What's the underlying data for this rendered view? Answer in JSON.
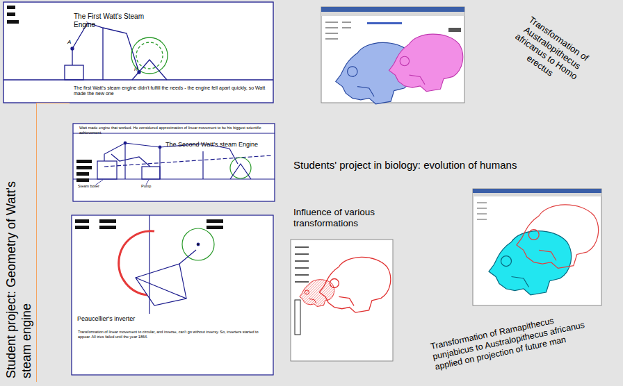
{
  "diagram": {
    "nodes": [
      {
        "text": [
          "The First Watt's Steam Engine",
          "The first Watt's steam engine didn't fulfill the needs - the engine fell apart quickly, so Watt made the new one"
        ]
      },
      {
        "text": [
          "Student project: Geometry of Watt's steam engine"
        ]
      },
      {
        "text": [
          "Watt made engine that worked. He considered approximation of linear movement to be his biggest scientific achievement.",
          "The Second Watt's steam Engine"
        ]
      },
      {
        "text": [
          "Peaucellier's inverter",
          "Transformation of linear movement to circular, and inverse, can't go without inversy. So, inverters started to appear. All tries failed until the year 1864."
        ]
      }
    ],
    "labels": [
      "A",
      "H",
      "Steam boiler",
      "Pump",
      "Transformation of Australopithecus africanus to Homo erectus",
      "Students' project in biology: evolution of humans",
      "Influence of various transformations",
      "Transformation of Ramapithecus punjabicus to Australopithecus africanus applied on projection of future man"
    ]
  }
}
